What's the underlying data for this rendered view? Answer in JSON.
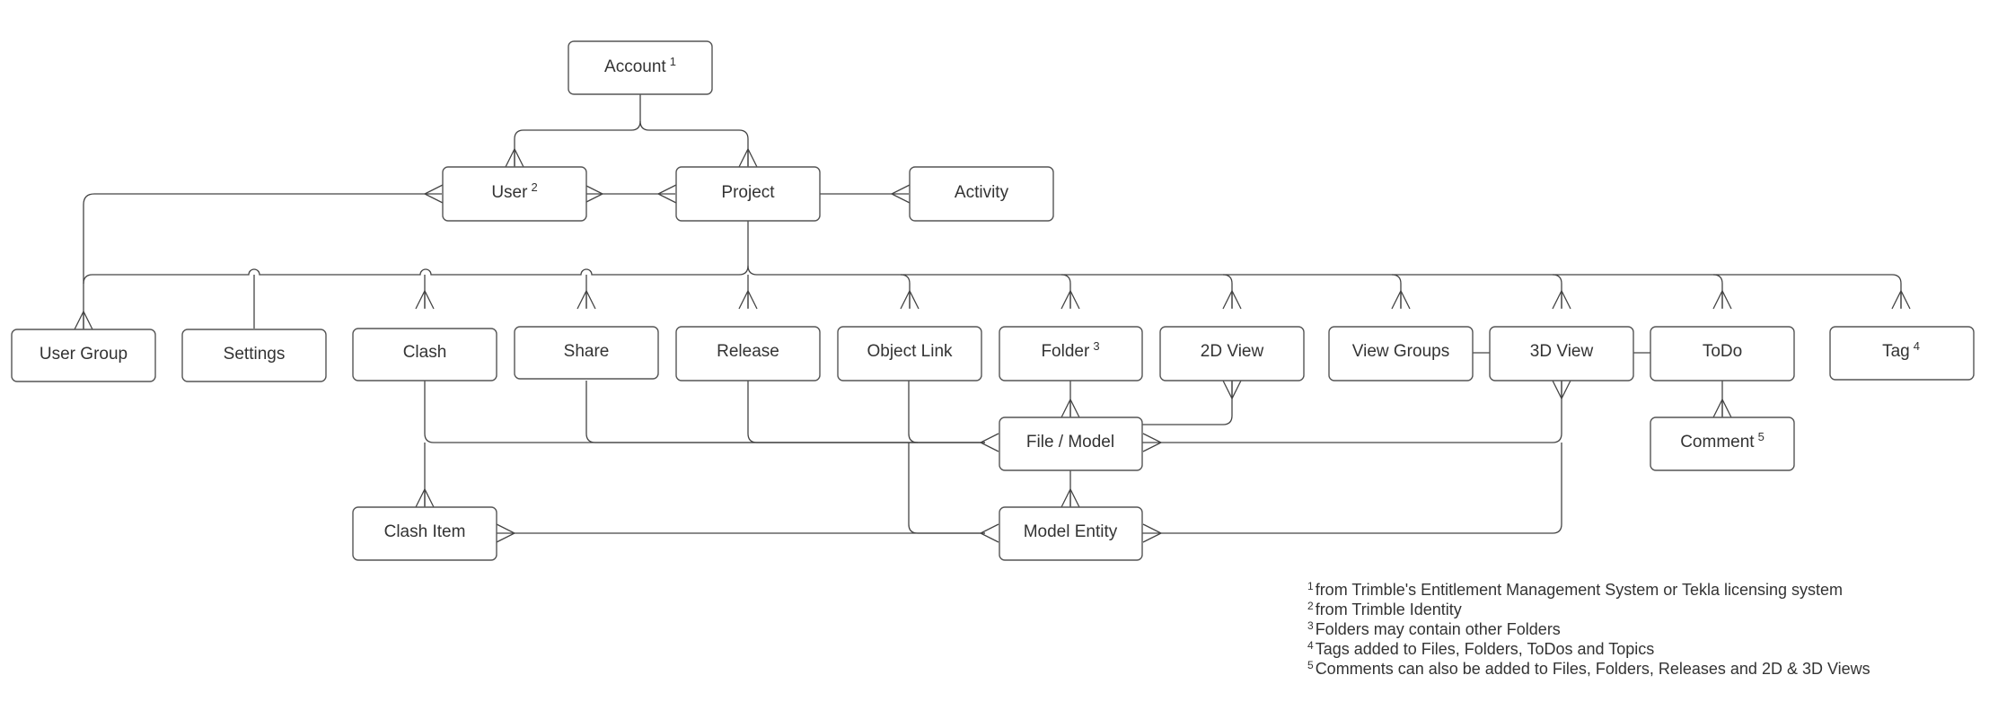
{
  "entities": {
    "account": {
      "label": "Account",
      "note": "1"
    },
    "user": {
      "label": "User",
      "note": "2"
    },
    "project": {
      "label": "Project",
      "note": ""
    },
    "activity": {
      "label": "Activity",
      "note": ""
    },
    "user_group": {
      "label": "User Group",
      "note": ""
    },
    "settings": {
      "label": "Settings",
      "note": ""
    },
    "clash": {
      "label": "Clash",
      "note": ""
    },
    "share": {
      "label": "Share",
      "note": ""
    },
    "release": {
      "label": "Release",
      "note": ""
    },
    "object_link": {
      "label": "Object Link",
      "note": ""
    },
    "folder": {
      "label": "Folder",
      "note": "3"
    },
    "view_2d": {
      "label": "2D View",
      "note": ""
    },
    "view_groups": {
      "label": "View Groups",
      "note": ""
    },
    "view_3d": {
      "label": "3D View",
      "note": ""
    },
    "todo": {
      "label": "ToDo",
      "note": ""
    },
    "tag": {
      "label": "Tag",
      "note": "4"
    },
    "comment": {
      "label": "Comment",
      "note": "5"
    },
    "file_model": {
      "label": "File / Model",
      "note": ""
    },
    "clash_item": {
      "label": "Clash Item",
      "note": ""
    },
    "model_entity": {
      "label": "Model Entity",
      "note": ""
    }
  },
  "footnotes": [
    {
      "marker": "1",
      "text": "from Trimble's Entitlement Management System or Tekla licensing system"
    },
    {
      "marker": "2",
      "text": "from Trimble Identity"
    },
    {
      "marker": "3",
      "text": "Folders may contain other Folders"
    },
    {
      "marker": "4",
      "text": "Tags added to Files, Folders, ToDos and Topics"
    },
    {
      "marker": "5",
      "text": "Comments can also be added to Files, Folders, Releases and 2D & 3D Views"
    }
  ]
}
